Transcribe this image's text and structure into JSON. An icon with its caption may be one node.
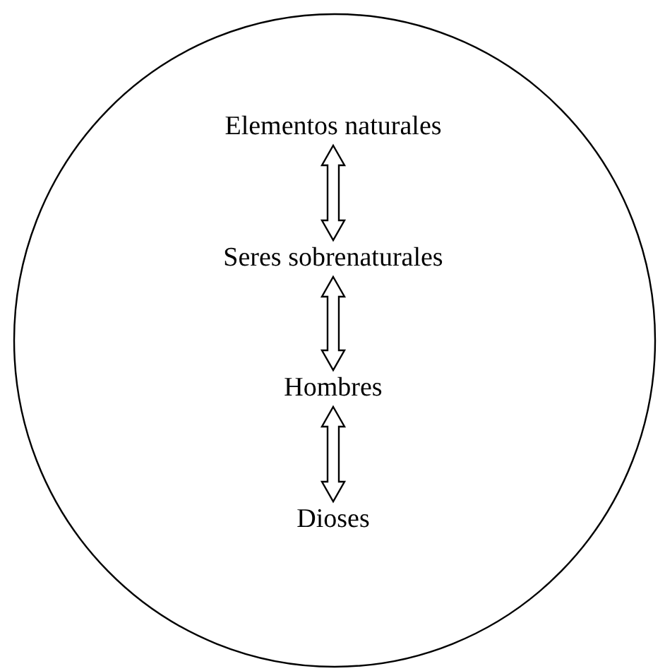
{
  "diagram": {
    "nodes": [
      {
        "text": [],
        "shape": "circle"
      },
      {
        "text": [
          "Elementos naturales"
        ],
        "in": 0
      },
      {
        "text": [
          "Seres sobrenaturales"
        ],
        "in": 0
      },
      {
        "text": [
          "Hombres"
        ],
        "in": 0
      },
      {
        "text": [
          "Dioses"
        ],
        "in": 0
      }
    ],
    "edges": [
      {
        "from": 1,
        "to": 2,
        "arrow": "both"
      },
      {
        "from": 2,
        "to": 3,
        "arrow": "both"
      },
      {
        "from": 3,
        "to": 4,
        "arrow": "both"
      }
    ]
  }
}
